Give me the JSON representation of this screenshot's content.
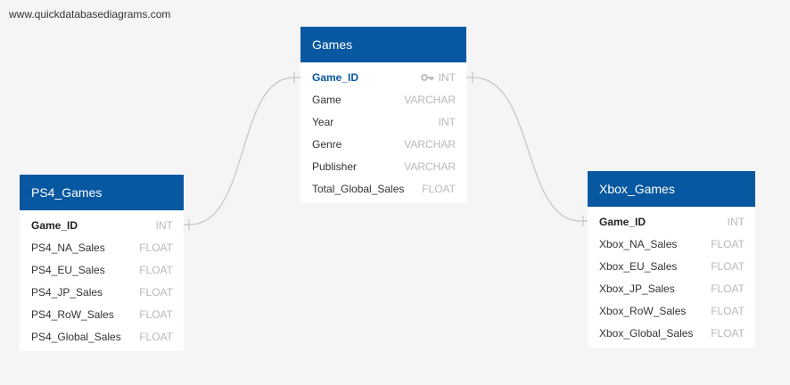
{
  "watermark": "www.quickdatabasediagrams.com",
  "colors": {
    "header": "#0757a1",
    "background": "#f4f5f4",
    "type_text": "#b8b8b8",
    "link": "#c4c4c4"
  },
  "tables": {
    "games": {
      "name": "Games",
      "fields": [
        {
          "name": "Game_ID",
          "type": "INT",
          "key": "pk",
          "icon": "key-icon"
        },
        {
          "name": "Game",
          "type": "VARCHAR"
        },
        {
          "name": "Year",
          "type": "INT"
        },
        {
          "name": "Genre",
          "type": "VARCHAR"
        },
        {
          "name": "Publisher",
          "type": "VARCHAR"
        },
        {
          "name": "Total_Global_Sales",
          "type": "FLOAT"
        }
      ]
    },
    "ps4": {
      "name": "PS4_Games",
      "fields": [
        {
          "name": "Game_ID",
          "type": "INT",
          "key": "fk"
        },
        {
          "name": "PS4_NA_Sales",
          "type": "FLOAT"
        },
        {
          "name": "PS4_EU_Sales",
          "type": "FLOAT"
        },
        {
          "name": "PS4_JP_Sales",
          "type": "FLOAT"
        },
        {
          "name": "PS4_RoW_Sales",
          "type": "FLOAT"
        },
        {
          "name": "PS4_Global_Sales",
          "type": "FLOAT"
        }
      ]
    },
    "xbox": {
      "name": "Xbox_Games",
      "fields": [
        {
          "name": "Game_ID",
          "type": "INT",
          "key": "fk"
        },
        {
          "name": "Xbox_NA_Sales",
          "type": "FLOAT"
        },
        {
          "name": "Xbox_EU_Sales",
          "type": "FLOAT"
        },
        {
          "name": "Xbox_JP_Sales",
          "type": "FLOAT"
        },
        {
          "name": "Xbox_RoW_Sales",
          "type": "FLOAT"
        },
        {
          "name": "Xbox_Global_Sales",
          "type": "FLOAT"
        }
      ]
    }
  },
  "relationships": [
    {
      "from": "PS4_Games.Game_ID",
      "to": "Games.Game_ID",
      "cardinality": "one-to-one"
    },
    {
      "from": "Games.Game_ID",
      "to": "Xbox_Games.Game_ID",
      "cardinality": "one-to-one"
    }
  ]
}
